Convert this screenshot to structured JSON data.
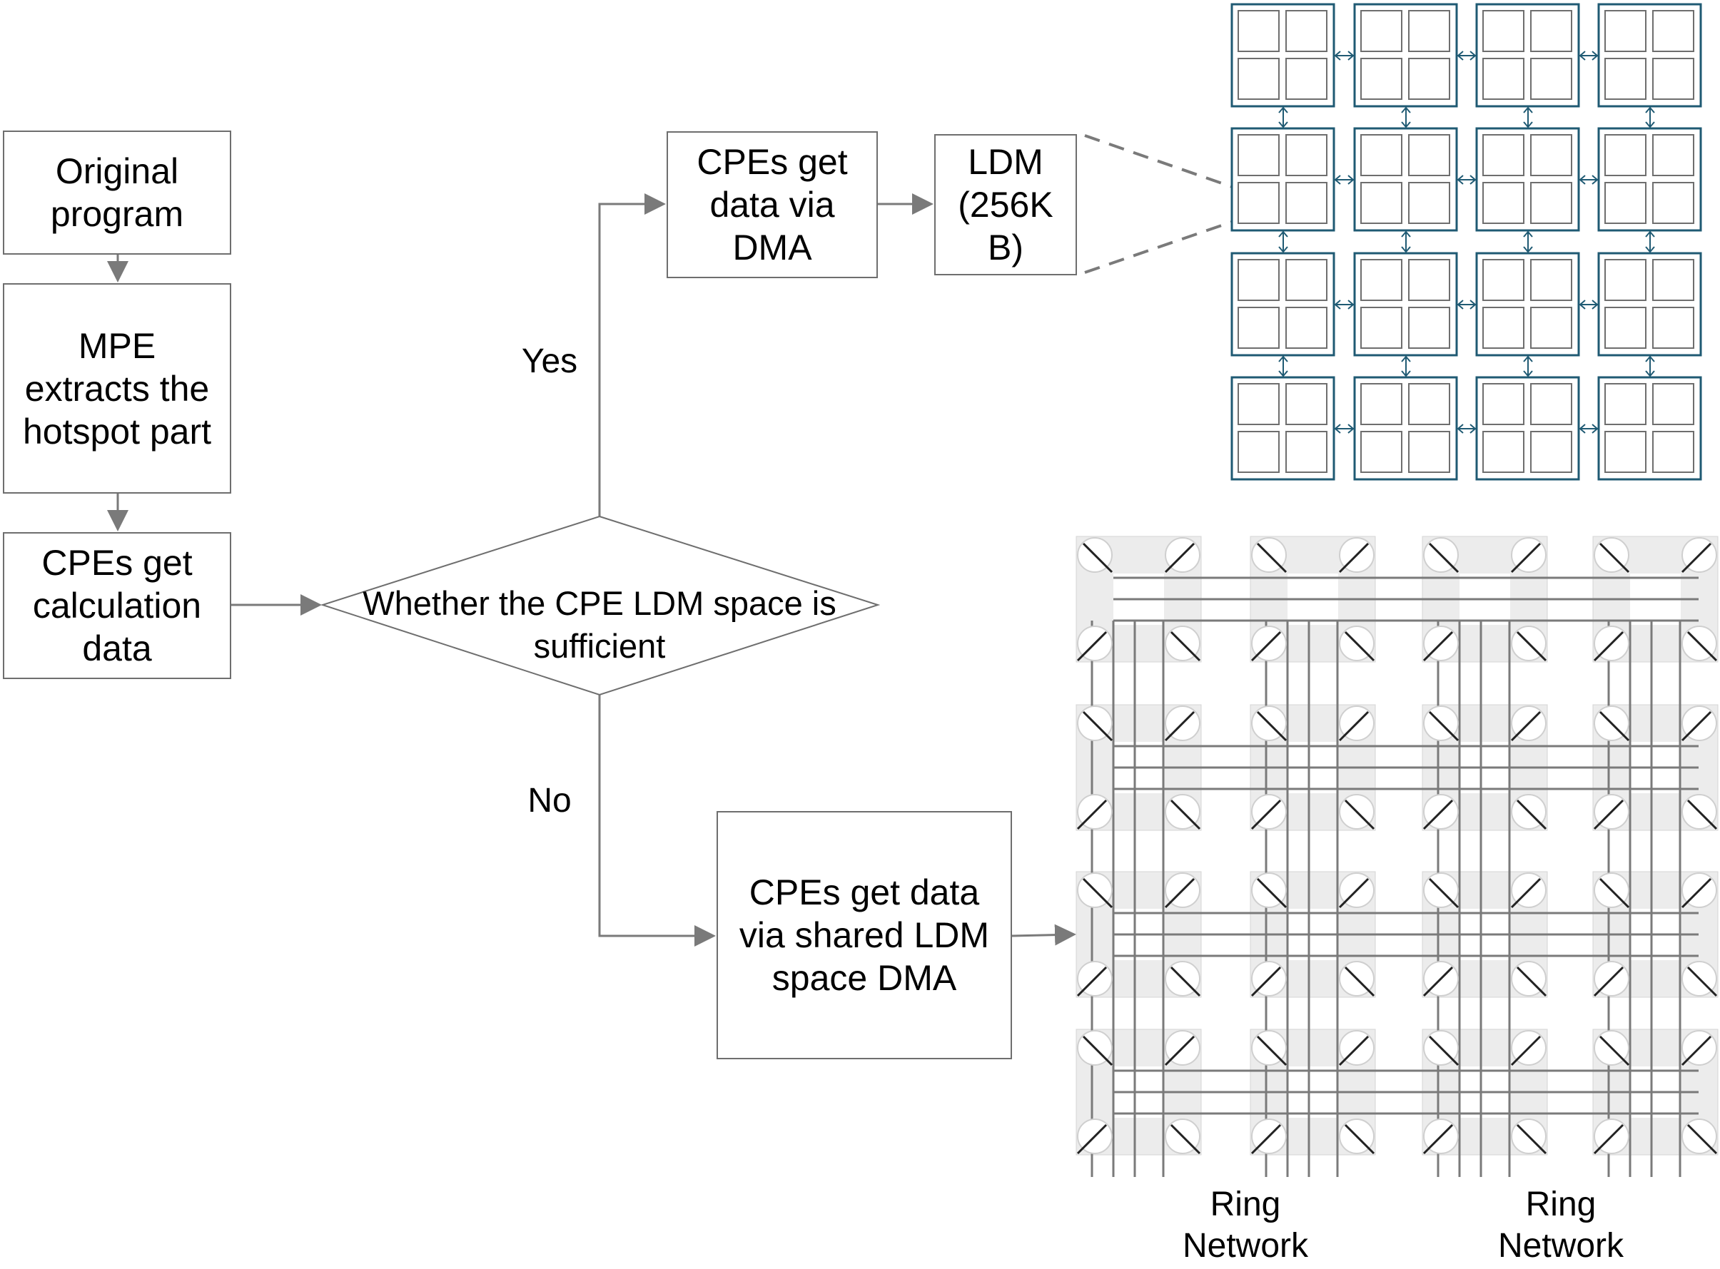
{
  "flow": {
    "original": "Original program",
    "mpe": "MPE extracts the hotspot part",
    "calc": "CPEs get calculation data",
    "decision": "Whether the CPE LDM space is sufficient",
    "yes_label": "Yes",
    "no_label": "No",
    "dma": "CPEs get data via DMA",
    "ldm": "LDM(256KB)",
    "shared": "CPEs get data via shared LDM space DMA"
  },
  "ring": {
    "left": "Ring Network",
    "right": "Ring Network"
  },
  "colors": {
    "cpe_border": "#1f5a73",
    "connector": "#7a7a7a",
    "grid_fill": "#ececec"
  }
}
